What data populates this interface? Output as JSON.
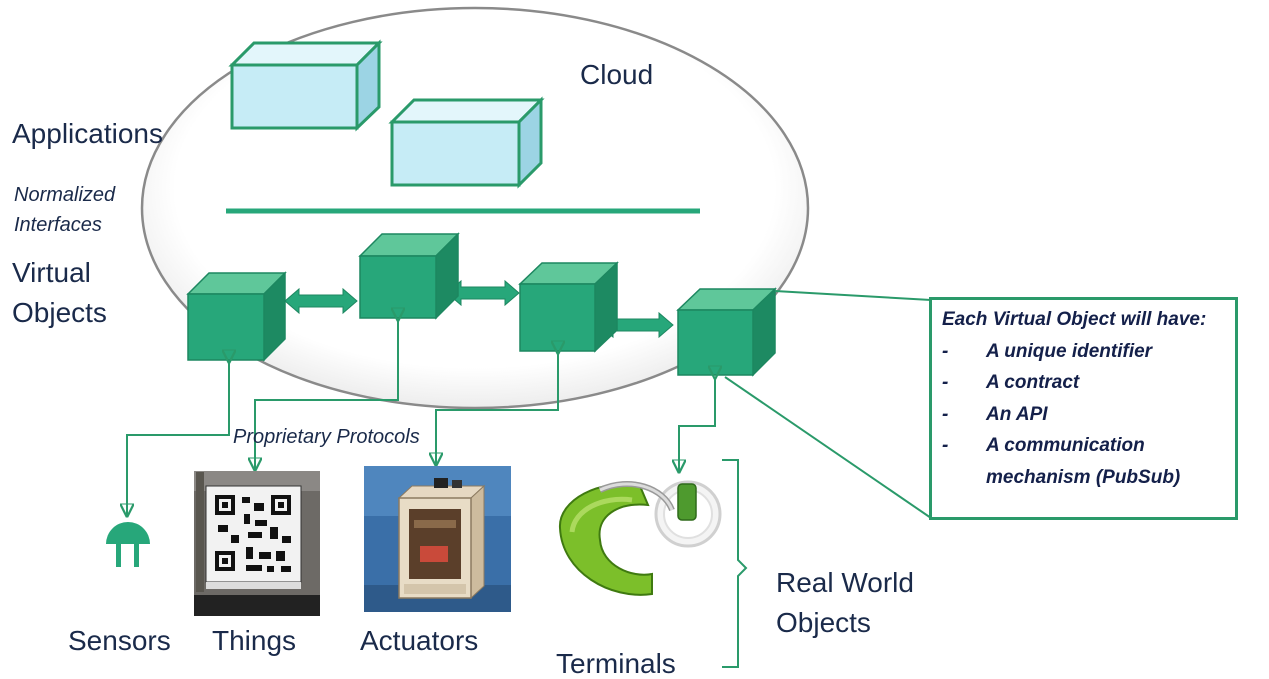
{
  "labels": {
    "cloud": "Cloud",
    "applications": "Applications",
    "normalized_interfaces": [
      "Normalized",
      "Interfaces"
    ],
    "virtual_objects": [
      "Virtual",
      "Objects"
    ],
    "proprietary_protocols": "Proprietary Protocols",
    "real_world_objects": [
      "Real World",
      "Objects"
    ]
  },
  "devices": [
    {
      "name": "Sensors",
      "icon": "plug-icon"
    },
    {
      "name": "Things",
      "icon": "qr-code-building-photo"
    },
    {
      "name": "Actuators",
      "icon": "3d-printer-photo"
    },
    {
      "name": "Terminals",
      "icon": "wearable-band-photo"
    }
  ],
  "info_box": {
    "title": "Each Virtual Object will have:",
    "bullet_marker": "-",
    "items": [
      "A unique identifier",
      "A contract",
      "An API",
      "A communication mechanism (PubSub)"
    ]
  },
  "colors": {
    "green": "#2a9a6a",
    "cube_face": "#27a77a",
    "app_box": "#c6ecf6",
    "text": "#1a2a4a"
  }
}
